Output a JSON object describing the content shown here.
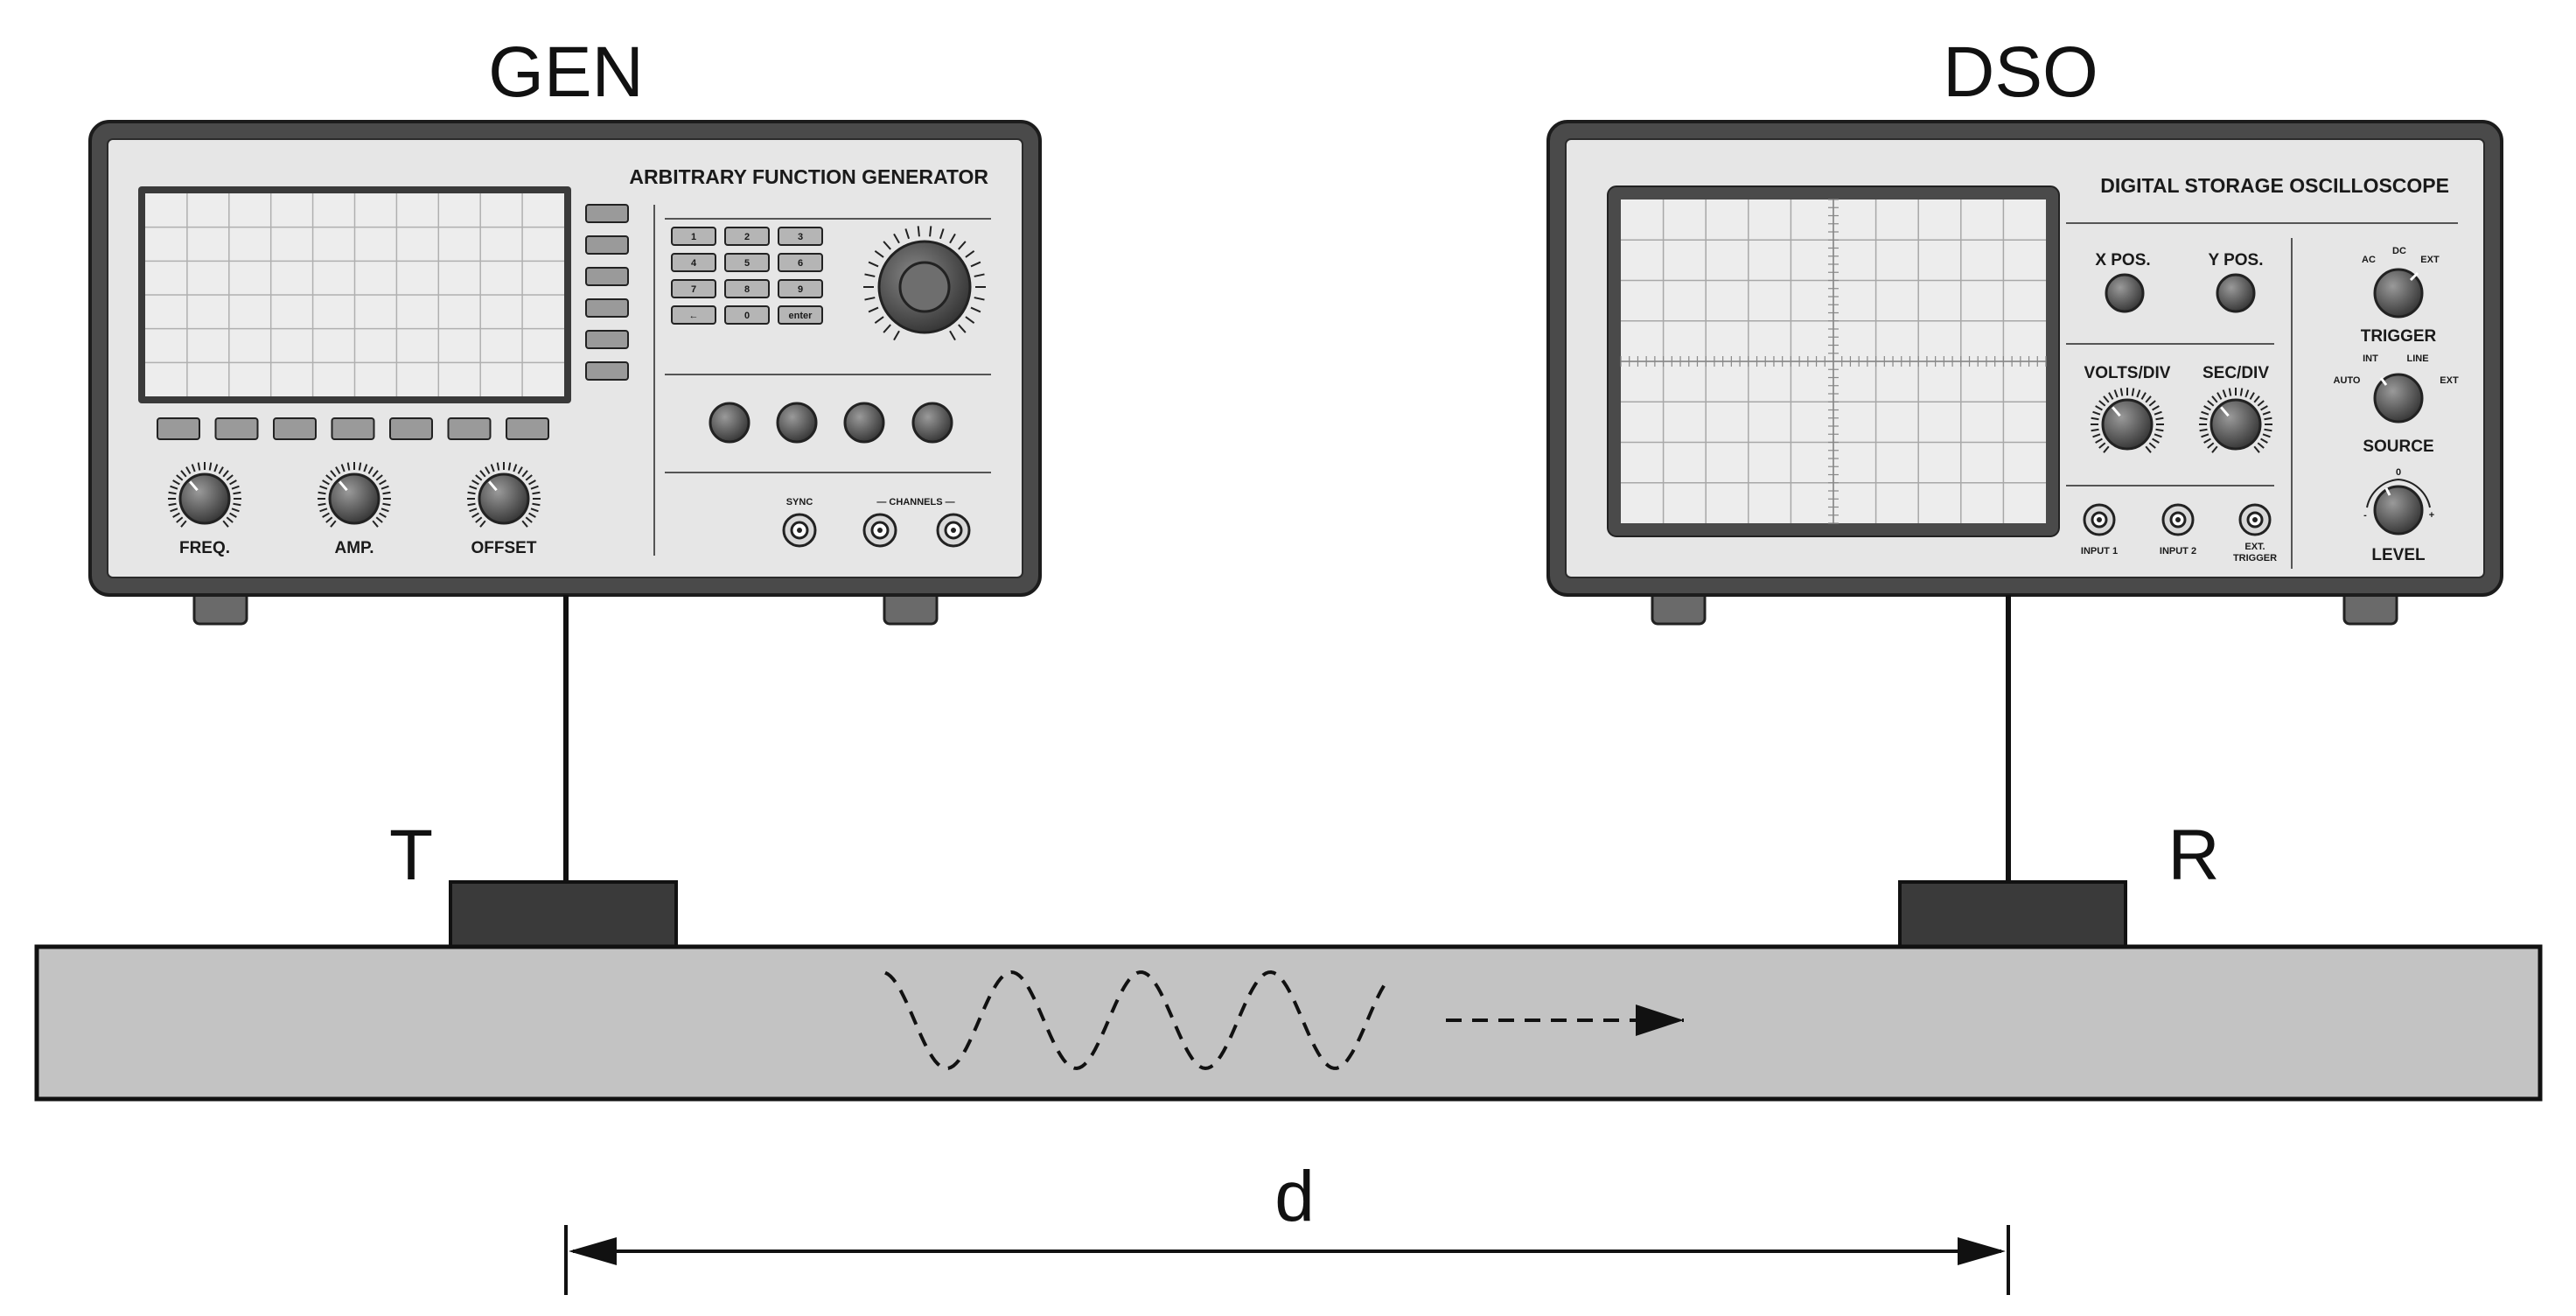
{
  "labels": {
    "gen": "GEN",
    "dso": "DSO",
    "transmitter": "T",
    "receiver": "R",
    "distance": "d"
  },
  "generator": {
    "title": "ARBITRARY FUNCTION GENERATOR",
    "keypad": [
      "1",
      "2",
      "3",
      "4",
      "5",
      "6",
      "7",
      "8",
      "9",
      "←",
      "0",
      "enter"
    ],
    "knobs": {
      "freq": "FREQ.",
      "amp": "AMP.",
      "offset": "OFFSET"
    },
    "sync": "SYNC",
    "channels": "— CHANNELS —"
  },
  "oscilloscope": {
    "title": "DIGITAL STORAGE OSCILLOSCOPE",
    "x_pos": "X POS.",
    "y_pos": "Y POS.",
    "volts_div": "VOLTS/DIV",
    "sec_div": "SEC/DIV",
    "trigger": {
      "label": "TRIGGER",
      "ac": "AC",
      "dc": "DC",
      "ext": "EXT"
    },
    "source": {
      "label": "SOURCE",
      "auto": "AUTO",
      "int": "INT",
      "line": "LINE",
      "ext": "EXT"
    },
    "level": {
      "label": "LEVEL",
      "zero": "0",
      "minus": "-",
      "plus": "+"
    },
    "inputs": {
      "input1": "INPUT 1",
      "input2": "INPUT 2",
      "ext_trigger_1": "EXT.",
      "ext_trigger_2": "TRIGGER"
    }
  },
  "colors": {
    "case_outer": "#4a4a4a",
    "case_face": "#e6e6e6",
    "screen_bg": "#ededed",
    "grid": "#a8a8a8",
    "plate": "#c3c3c3",
    "transducer": "#3a3a3a",
    "knob": "#6a6a6a",
    "ink": "#111111"
  }
}
